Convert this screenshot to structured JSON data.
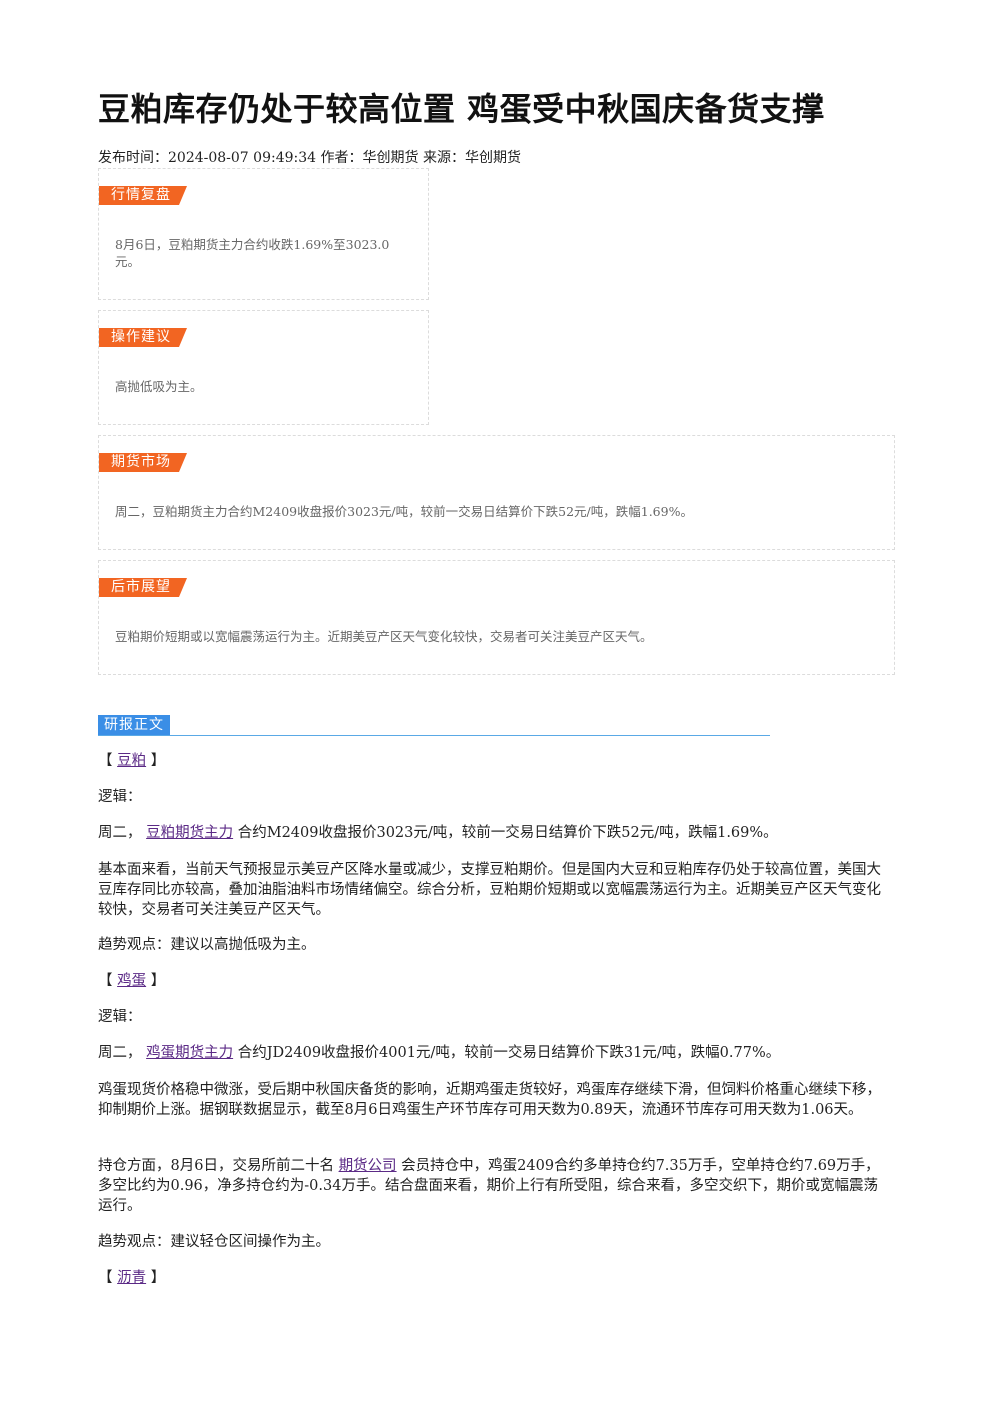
{
  "article": {
    "title": "豆粕库存仍处于较高位置 鸡蛋受中秋国庆备货支撑",
    "meta": "发布时间：2024-08-07 09:49:34 作者：华创期货 来源：华创期货"
  },
  "summary": {
    "market_review": {
      "label": "行情复盘",
      "text": "8月6日，豆粕期货主力合约收跌1.69%至3023.0元。"
    },
    "advice": {
      "label": "操作建议",
      "text": "高抛低吸为主。"
    },
    "futures_market": {
      "label": "期货市场",
      "text": "周二，豆粕期货主力合约M2409收盘报价3023元/吨，较前一交易日结算价下跌52元/吨，跌幅1.69%。"
    },
    "outlook": {
      "label": "后市展望",
      "text": "豆粕期价短期或以宽幅震荡运行为主。近期美豆产区天气变化较快，交易者可关注美豆产区天气。"
    }
  },
  "report": {
    "section_label": "研报正文",
    "soymeal": {
      "open": "【",
      "name": "豆粕",
      "close": "】",
      "logic_label": "逻辑：",
      "p1_prefix": "周二，",
      "p1_link": "豆粕期货主力",
      "p1_rest": "合约M2409收盘报价3023元/吨，较前一交易日结算价下跌52元/吨，跌幅1.69%。",
      "p2": "基本面来看，当前天气预报显示美豆产区降水量或减少，支撑豆粕期价。但是国内大豆和豆粕库存仍处于较高位置，美国大豆库存同比亦较高，叠加油脂油料市场情绪偏空。综合分析，豆粕期价短期或以宽幅震荡运行为主。近期美豆产区天气变化较快，交易者可关注美豆产区天气。",
      "trend": "趋势观点：建议以高抛低吸为主。"
    },
    "egg": {
      "open": "【",
      "name": "鸡蛋",
      "close": "】",
      "logic_label": "逻辑：",
      "p1_prefix": "周二，",
      "p1_link": "鸡蛋期货主力",
      "p1_rest": "合约JD2409收盘报价4001元/吨，较前一交易日结算价下跌31元/吨，跌幅0.77%。",
      "p2": "鸡蛋现货价格稳中微涨，受后期中秋国庆备货的影响，近期鸡蛋走货较好，鸡蛋库存继续下滑，但饲料价格重心继续下移，抑制期价上涨。据钢联数据显示，截至8月6日鸡蛋生产环节库存可用天数为0.89天，流通环节库存可用天数为1.06天。",
      "p3_prefix": "持仓方面，8月6日，交易所前二十名",
      "p3_link": "期货公司",
      "p3_rest": "会员持仓中，鸡蛋2409合约多单持仓约7.35万手，空单持仓约7.69万手，多空比约为0.96，净多持仓约为-0.34万手。结合盘面来看，期价上行有所受阻，综合来看，多空交织下，期价或宽幅震荡运行。",
      "trend": "趋势观点：建议轻仓区间操作为主。"
    },
    "asphalt": {
      "open": "【",
      "name": "沥青",
      "close": "】"
    }
  }
}
